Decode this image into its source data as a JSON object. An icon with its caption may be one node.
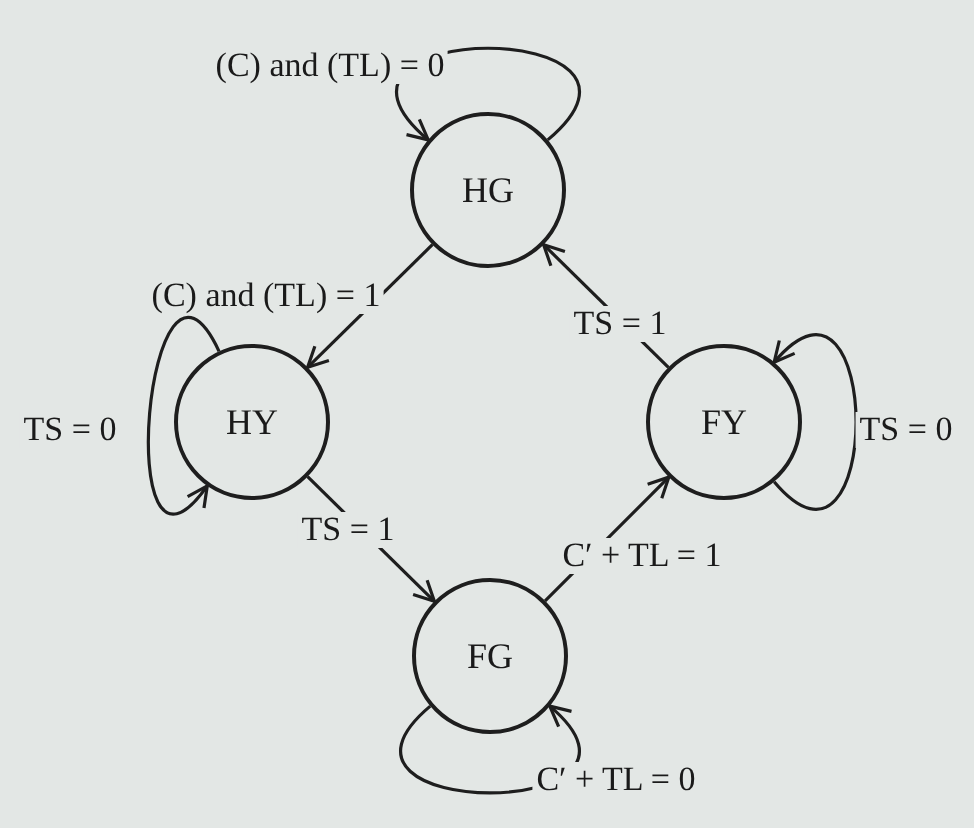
{
  "diagram": {
    "nodes": [
      {
        "text": [
          "HG"
        ]
      },
      {
        "text": [
          "HY"
        ]
      },
      {
        "text": [
          "FY"
        ]
      },
      {
        "text": [
          "FG"
        ]
      }
    ],
    "edges": [
      {
        "from": 0,
        "to": 0,
        "arrow": "to",
        "label": "(C) and (TL) = 0"
      },
      {
        "from": 0,
        "to": 1,
        "arrow": "to",
        "label": "(C) and (TL) = 1"
      },
      {
        "from": 2,
        "to": 0,
        "arrow": "to",
        "label": "TS = 1"
      },
      {
        "from": 1,
        "to": 1,
        "arrow": "to",
        "label": "TS = 0"
      },
      {
        "from": 2,
        "to": 2,
        "arrow": "to",
        "label": "TS = 0"
      },
      {
        "from": 1,
        "to": 3,
        "arrow": "to",
        "label": "TS = 1"
      },
      {
        "from": 3,
        "to": 2,
        "arrow": "to",
        "label": "C′ + TL = 1"
      },
      {
        "from": 3,
        "to": 3,
        "arrow": "to",
        "label": "C′ + TL = 0"
      }
    ]
  }
}
